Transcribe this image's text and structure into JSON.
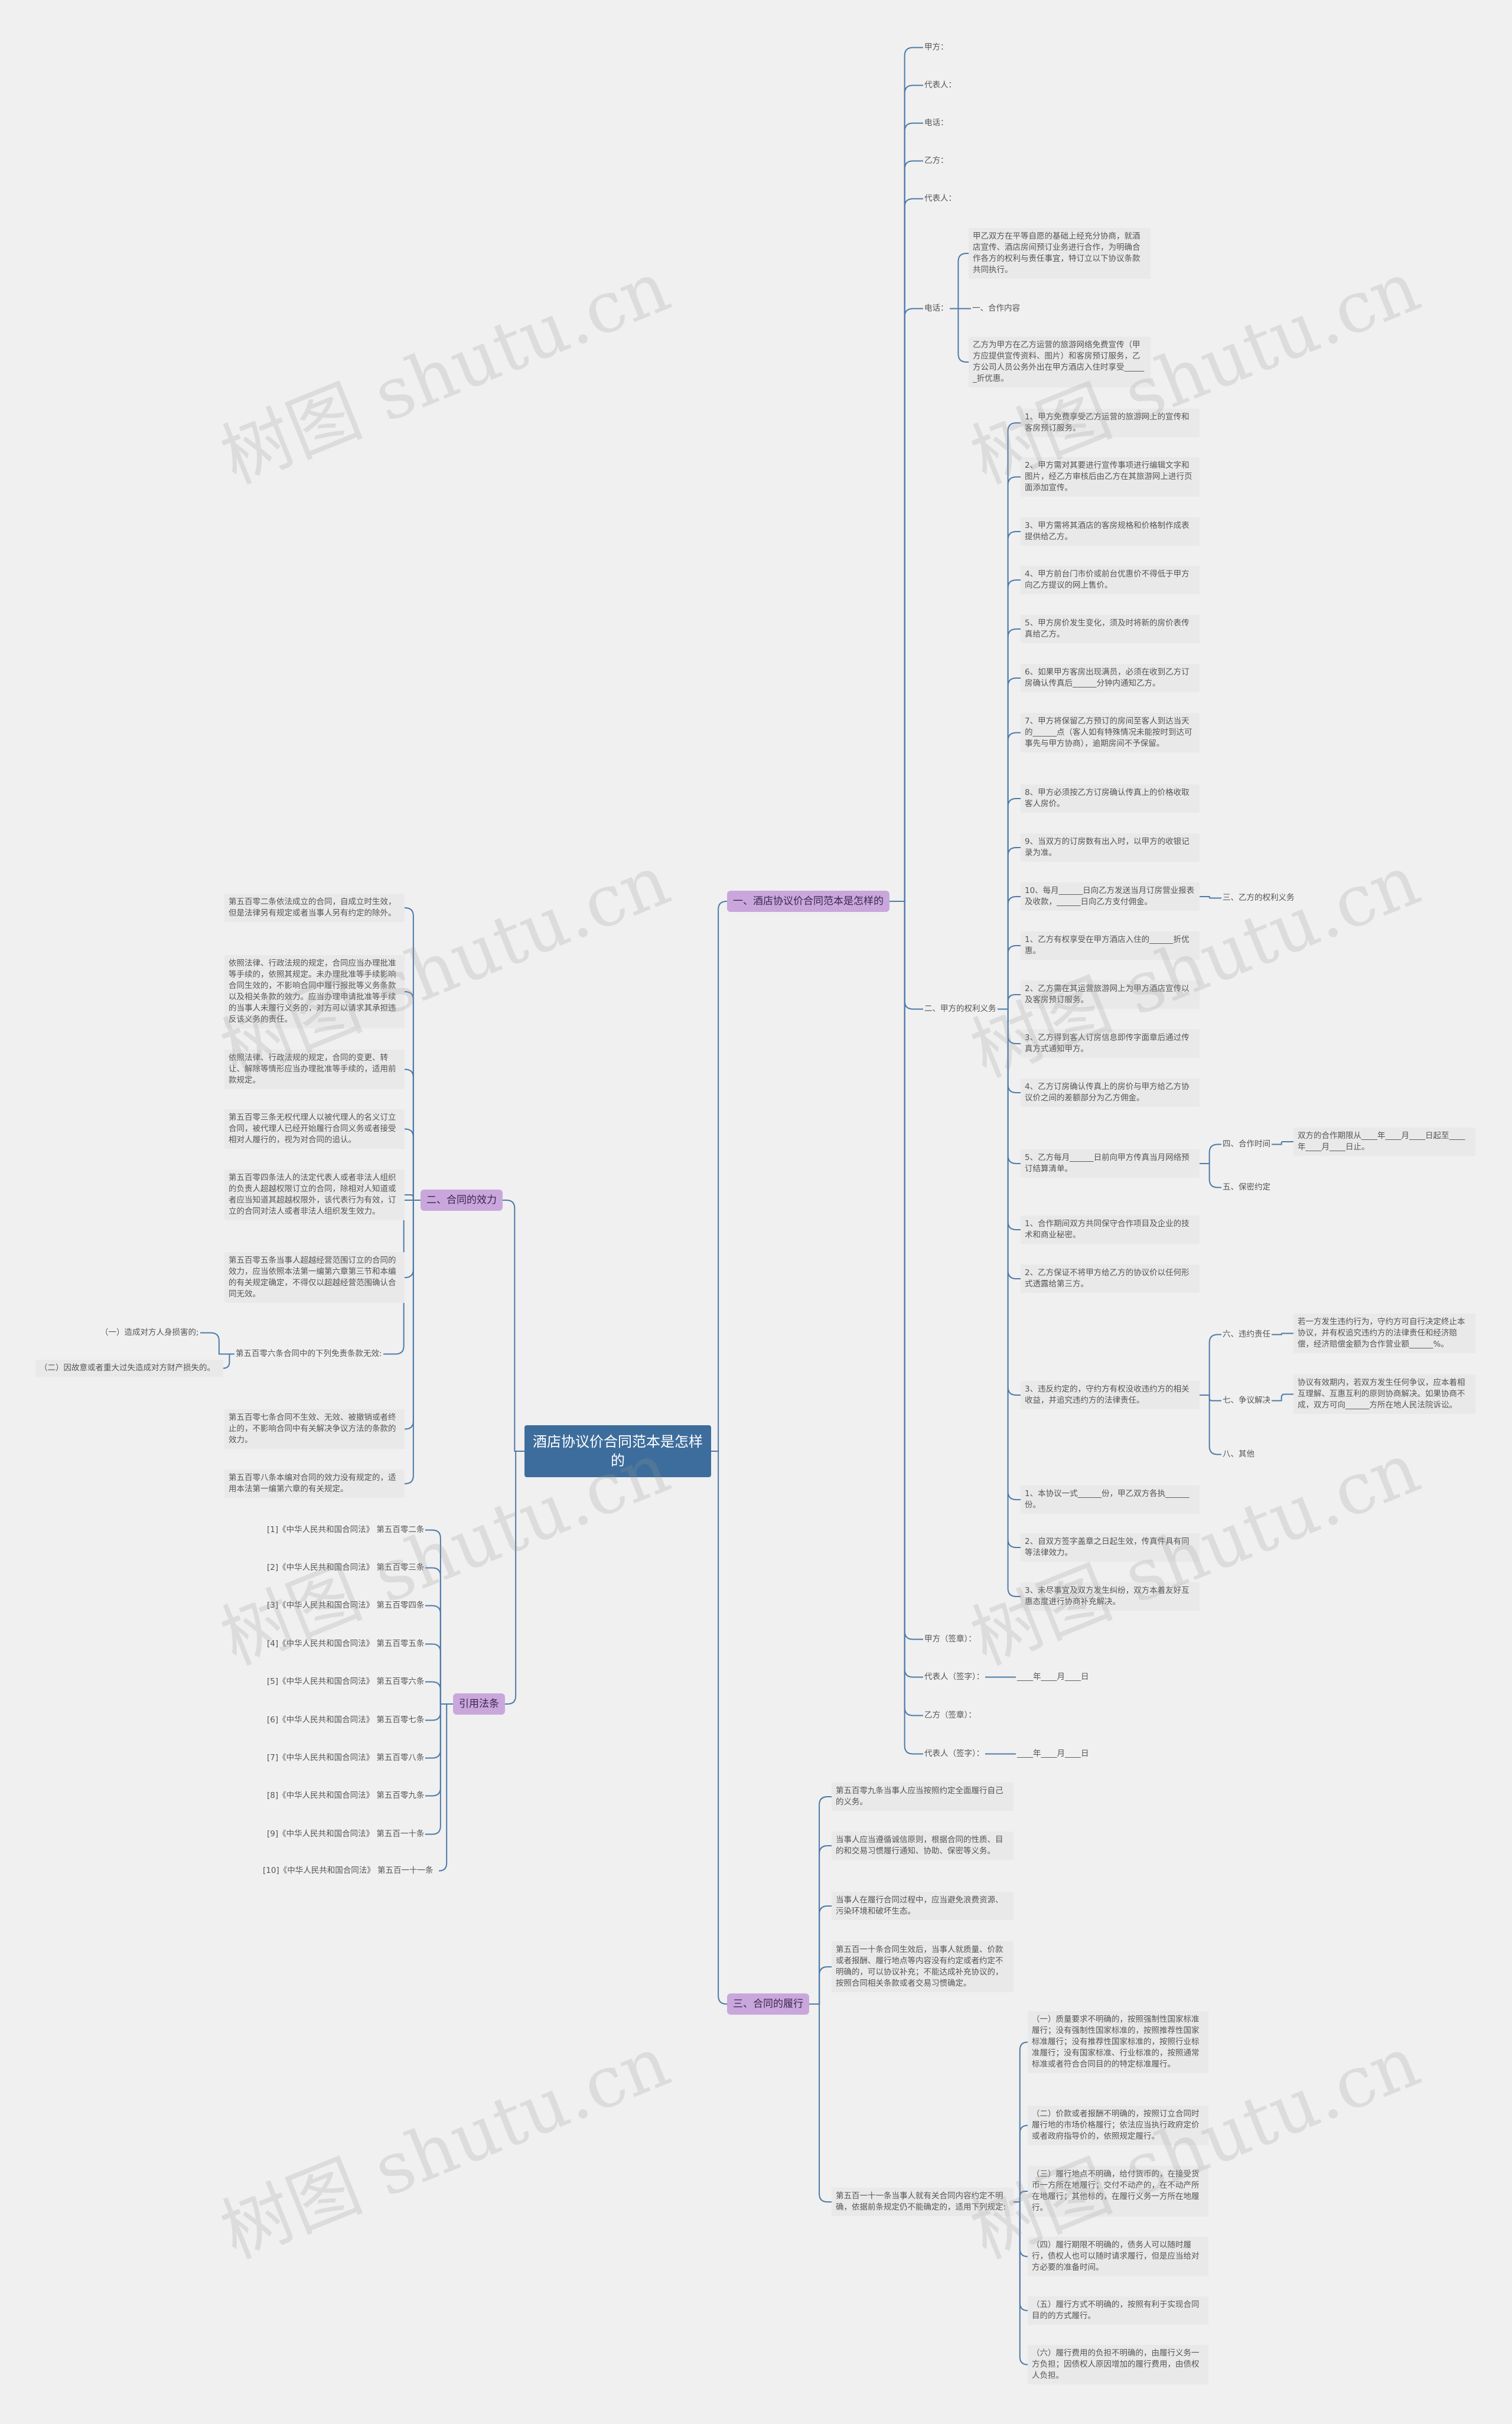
{
  "watermark": "树图 shutu.cn",
  "colors": {
    "edge": "#4e7aa8",
    "level1": "#c9a7dc",
    "root": "#3d6d9c",
    "leaf_bg": "#e9e9e9"
  },
  "root": {
    "label": "酒店协议价合同范本是怎样的"
  },
  "branches": {
    "b1": {
      "label": "一、酒店协议价合同范本是怎样的",
      "party_a": "甲方：",
      "rep1": "代表人：",
      "phone1": "电话：",
      "party_b": "乙方：",
      "rep2": "代表人：",
      "phone2": "电话：",
      "phone2_children": {
        "intro": "甲乙双方在平等自愿的基础上经充分协商，就酒店宣传、酒店房间预订业务进行合作，为明确合作各方的权利与责任事宜，特订立以下协议条款共同执行。",
        "cooperation": "一、合作内容",
        "content": "乙方为甲方在乙方运营的旅游网络免费宣传（甲方应提供宣传资料、图片）和客房预订服务，乙方公司人员公务外出在甲方酒店入住时享受______折优惠。"
      },
      "rights": {
        "label": "二、甲方的权利义务",
        "items": [
          "1、甲方免费享受乙方运营的旅游网上的宣传和客房预订服务。",
          "2、甲方需对其要进行宣传事项进行编辑文字和图片，经乙方审核后由乙方在其旅游网上进行页面添加宣传。",
          "3、甲方需将其酒店的客房规格和价格制作成表提供给乙方。",
          "4、甲方前台门市价或前台优惠价不得低于甲方向乙方提议的网上售价。",
          "5、甲方房价发生变化，须及时将新的房价表传真给乙方。",
          "6、如果甲方客房出现满员，必须在收到乙方订房确认传真后______分钟内通知乙方。",
          "7、甲方将保留乙方预订的房间至客人到达当天的______点（客人如有特殊情况未能按时到达可事先与甲方协商），逾期房间不予保留。",
          "8、甲方必须按乙方订房确认传真上的价格收取客人房价。",
          "9、当双方的订房数有出入时，以甲方的收银记录为准。",
          "10、每月______日向乙方发送当月订房营业报表及收款，______日向乙方支付佣金。"
        ],
        "b_rights_label": "三、乙方的权利义务",
        "b_items": [
          "1、乙方有权享受在甲方酒店入住的______折优惠。",
          "2、乙方需在其运营旅游网上为甲方酒店宣传以及客房预订服务。",
          "3、乙方得到客人订房信息即传字面章后通过传真方式通知甲方。",
          "4、乙方订房确认传真上的房价与甲方给乙方协议价之间的差额部分为乙方佣金。",
          "5、乙方每月______日前向甲方传真当月网络预订结算清单。"
        ],
        "term_label": "四、合作时间",
        "term_text": "双方的合作期限从____年____月____日起至____年____月____日止。",
        "confidential_label": "五、保密约定",
        "conf_items": [
          "1、合作期间双方共同保守合作项目及企业的技术和商业秘密。",
          "2、乙方保证不将甲方给乙方的协议价以任何形式透露给第三方。",
          "3、违反约定的，守约方有权没收违约方的相关收益，并追究违约方的法律责任。"
        ],
        "breach_label": "六、违约责任",
        "breach_text": "若一方发生违约行为，守约方可自行决定终止本协议，并有权追究违约方的法律责任和经济赔偿，经济赔偿金额为合作营业额______%。",
        "dispute_label": "七、争议解决",
        "dispute_text": "协议有效期内，若双方发生任何争议，应本着相互理解、互惠互利的原则协商解决。如果协商不成，双方可向______方所在地人民法院诉讼。",
        "other_label": "八、其他",
        "other_items": [
          "1、本协议一式______份，甲乙双方各执______份。",
          "2、自双方签字盖章之日起生效，传真件具有同等法律效力。",
          "3、未尽事宜及双方发生纠纷，双方本着友好互惠态度进行协商补充解决。"
        ]
      },
      "sign_a": "甲方（签章）：",
      "sign_a_rep": "代表人（签字）：",
      "sign_a_date": "____年____月____日",
      "sign_b": "乙方（签章）：",
      "sign_b_rep": "代表人（签字）：",
      "sign_b_date": "____年____月____日"
    },
    "b2": {
      "label": "二、合同的效力",
      "items": [
        "第五百零二条依法成立的合同，自成立时生效，但是法律另有规定或者当事人另有约定的除外。",
        "依照法律、行政法规的规定，合同应当办理批准等手续的，依照其规定。未办理批准等手续影响合同生效的，不影响合同中履行报批等义务条款以及相关条款的效力。应当办理申请批准等手续的当事人未履行义务的，对方可以请求其承担违反该义务的责任。",
        "依照法律、行政法规的规定，合同的变更、转让、解除等情形应当办理批准等手续的，适用前款规定。",
        "第五百零三条无权代理人以被代理人的名义订立合同，被代理人已经开始履行合同义务或者接受相对人履行的，视为对合同的追认。",
        "第五百零四条法人的法定代表人或者非法人组织的负责人超越权限订立的合同，除相对人知道或者应当知道其超越权限外，该代表行为有效，订立的合同对法人或者非法人组织发生效力。",
        "第五百零五条当事人超越经营范围订立的合同的效力，应当依照本法第一编第六章第三节和本编的有关规定确定，不得仅以超越经营范围确认合同无效。",
        "第五百零六条合同中的下列免责条款无效:",
        "第五百零七条合同不生效、无效、被撤销或者终止的，不影响合同中有关解决争议方法的条款的效力。",
        "第五百零八条本编对合同的效力没有规定的，适用本法第一编第六章的有关规定。"
      ],
      "sub1": "（一）造成对方人身损害的;",
      "sub2": "（二）因故意或者重大过失造成对方财产损失的。"
    },
    "b3": {
      "label": "引用法条",
      "items": [
        "[1]《中华人民共和国合同法》 第五百零二条",
        "[2]《中华人民共和国合同法》 第五百零三条",
        "[3]《中华人民共和国合同法》 第五百零四条",
        "[4]《中华人民共和国合同法》 第五百零五条",
        "[5]《中华人民共和国合同法》 第五百零六条",
        "[6]《中华人民共和国合同法》 第五百零七条",
        "[7]《中华人民共和国合同法》 第五百零八条",
        "[8]《中华人民共和国合同法》 第五百零九条",
        "[9]《中华人民共和国合同法》 第五百一十条",
        "[10]《中华人民共和国合同法》 第五百一十一条"
      ]
    },
    "b4": {
      "label": "三、合同的履行",
      "items": [
        "第五百零九条当事人应当按照约定全面履行自己的义务。",
        "当事人应当遵循诚信原则，根据合同的性质、目的和交易习惯履行通知、协助、保密等义务。",
        "当事人在履行合同过程中，应当避免浪费资源、污染环境和破坏生态。",
        "第五百一十条合同生效后，当事人就质量、价款或者报酬、履行地点等内容没有约定或者约定不明确的，可以协议补充；不能达成补充协议的，按照合同相关条款或者交易习惯确定。",
        "第五百一十一条当事人就有关合同内容约定不明确，依据前条规定仍不能确定的，适用下列规定:"
      ],
      "sub_items": [
        "（一）质量要求不明确的，按照强制性国家标准履行；没有强制性国家标准的，按照推荐性国家标准履行；没有推荐性国家标准的，按照行业标准履行；没有国家标准、行业标准的，按照通常标准或者符合合同目的的特定标准履行。",
        "（二）价款或者报酬不明确的，按照订立合同时履行地的市场价格履行；依法应当执行政府定价或者政府指导价的，依照规定履行。",
        "（三）履行地点不明确，给付货币的，在接受货币一方所在地履行；交付不动产的，在不动产所在地履行；其他标的，在履行义务一方所在地履行。",
        "（四）履行期限不明确的，债务人可以随时履行，债权人也可以随时请求履行，但是应当给对方必要的准备时间。",
        "（五）履行方式不明确的，按照有利于实现合同目的的方式履行。",
        "（六）履行费用的负担不明确的，由履行义务一方负担；因债权人原因增加的履行费用，由债权人负担。"
      ]
    }
  }
}
